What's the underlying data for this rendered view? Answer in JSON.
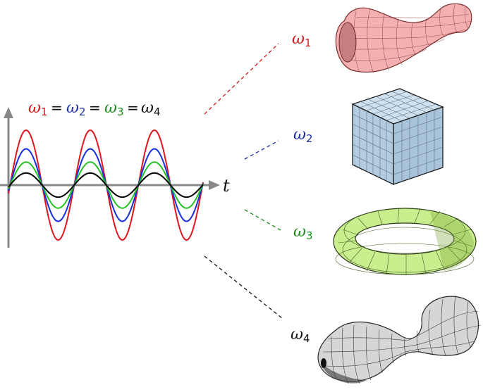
{
  "equation": {
    "terms": [
      {
        "symbol": "ω",
        "index": "1",
        "color": "#d11a1a"
      },
      {
        "symbol": "ω",
        "index": "2",
        "color": "#1f2fa8"
      },
      {
        "symbol": "ω",
        "index": "3",
        "color": "#1e8c1e"
      },
      {
        "symbol": "ω",
        "index": "4",
        "color": "#111111"
      }
    ],
    "equals": "="
  },
  "axis_label": "t",
  "waves": [
    {
      "color": "#e0161e",
      "amplitude": 1.0
    },
    {
      "color": "#1630e0",
      "amplitude": 0.66
    },
    {
      "color": "#22c422",
      "amplitude": 0.42
    },
    {
      "color": "#000000",
      "amplitude": 0.22
    }
  ],
  "shapes": [
    {
      "label_symbol": "ω",
      "label_index": "1",
      "label_color": "#d11a1a",
      "line_color": "#d11a1a",
      "shape": "pear-vase",
      "fill": "#f4b0b0"
    },
    {
      "label_symbol": "ω",
      "label_index": "2",
      "label_color": "#1f2fa8",
      "line_color": "#1f2fa8",
      "shape": "cube",
      "fill": "#b8cfe3"
    },
    {
      "label_symbol": "ω",
      "label_index": "3",
      "label_color": "#1e8c1e",
      "line_color": "#1e8c1e",
      "shape": "torus",
      "fill": "#c9ee8e"
    },
    {
      "label_symbol": "ω",
      "label_index": "4",
      "label_color": "#111111",
      "line_color": "#111111",
      "shape": "dumbbell",
      "fill": "#d4d4d4"
    }
  ]
}
